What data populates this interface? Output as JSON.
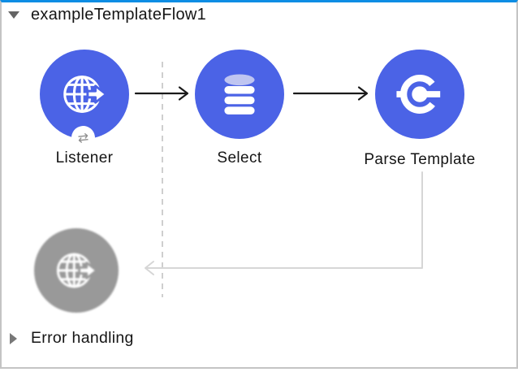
{
  "flow": {
    "name": "exampleTemplateFlow1",
    "collapsed": false,
    "nodes": [
      {
        "label": "Listener",
        "icon": "globe-arrow-icon",
        "badge_icon": "exchange-arrows-icon"
      },
      {
        "label": "Select",
        "icon": "database-icon"
      },
      {
        "label": "Parse Template",
        "icon": "core-component-icon"
      },
      {
        "label": "",
        "icon": "globe-arrow-icon",
        "state": "disabled"
      }
    ]
  },
  "error_handling": {
    "label": "Error handling",
    "collapsed": true
  },
  "icons": {
    "badge_glyph": "⇄"
  },
  "colors": {
    "node_blue": "#4B63E6",
    "node_gray": "#999999",
    "db_top": "#BFC5F1",
    "accent_top": "#0D8DE4",
    "connector": "#1A1A1A",
    "connector_disabled": "#D6D6D6",
    "guide": "#CFCFCF",
    "border": "#C4C4C4",
    "text": "#151515"
  }
}
